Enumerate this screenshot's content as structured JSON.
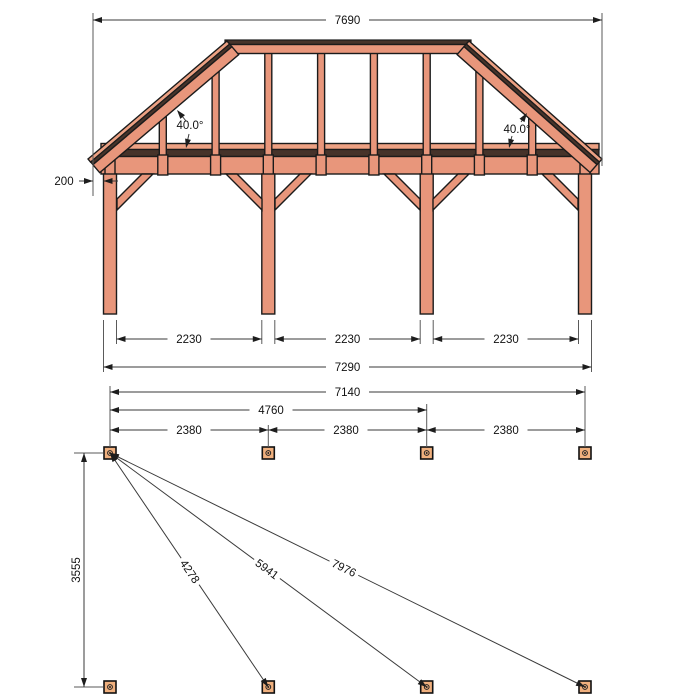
{
  "colors": {
    "wood": "#e8967b",
    "roof_edge_dark": "#46332a",
    "marker_fill": "#f0b07e",
    "outline": "#1b1b1b",
    "dimension_line": "#3a3a3a",
    "background": "#ffffff"
  },
  "elevation": {
    "roof_width": "7690",
    "overhang": "200",
    "angle_left": "40.0°",
    "angle_right": "40.0°",
    "bays": [
      "2230",
      "2230",
      "2230"
    ],
    "outer_width": "7290"
  },
  "plan": {
    "overall_width": "7140",
    "partial_width": "4760",
    "bays": [
      "2380",
      "2380",
      "2380"
    ],
    "depth": "3555",
    "diagonals": [
      "4278",
      "5941",
      "7976"
    ]
  }
}
